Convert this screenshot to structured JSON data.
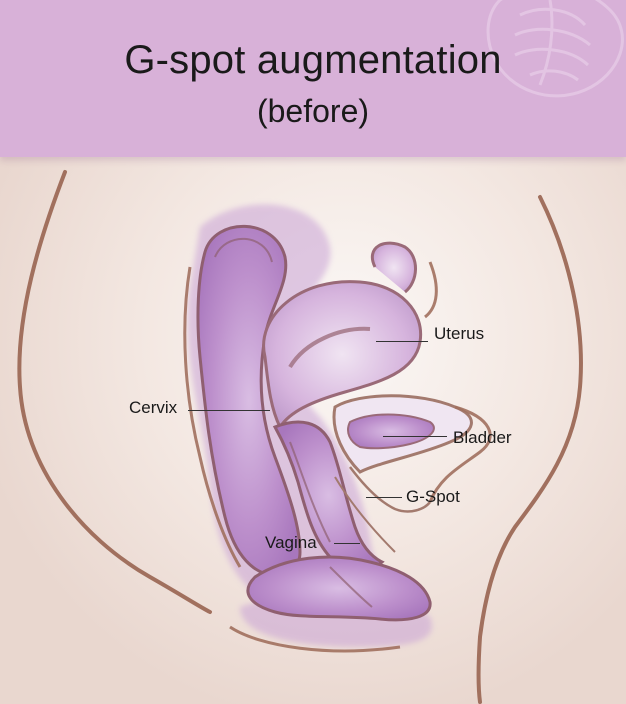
{
  "header": {
    "title": "G-spot augmentation",
    "subtitle": "(before)"
  },
  "labels": {
    "uterus": "Uterus",
    "cervix": "Cervix",
    "bladder": "Bladder",
    "gspot": "G-Spot",
    "vagina": "Vagina"
  },
  "colors": {
    "header_band": "#d8b1d8",
    "organ_fill": "#b98ac9",
    "outline": "#a1705e",
    "skin": "#f3e7e1"
  }
}
